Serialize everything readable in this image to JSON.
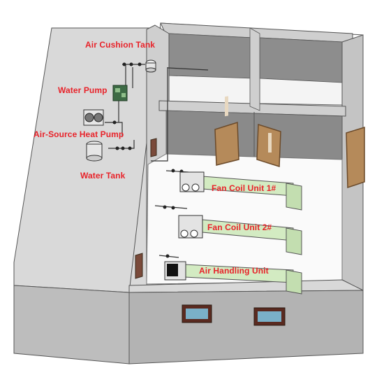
{
  "labels": {
    "air_cushion_tank": "Air Cushion Tank",
    "water_pump": "Water Pump",
    "air_source_heat_pump": "Air-Source Heat Pump",
    "water_tank": "Water Tank",
    "fan_coil_unit_1": "Fan Coil Unit 1#",
    "fan_coil_unit_2": "Fan Coil Unit 2#",
    "air_handling_unit": "Air Handling Unit"
  },
  "colors": {
    "label_red": "#e8232a",
    "duct_green": "#cfe8bf",
    "floor": "#fafafa",
    "wall_top": "#dcdcdc",
    "wall_face": "#b9b9b9",
    "door_wood": "#b58a5a"
  }
}
